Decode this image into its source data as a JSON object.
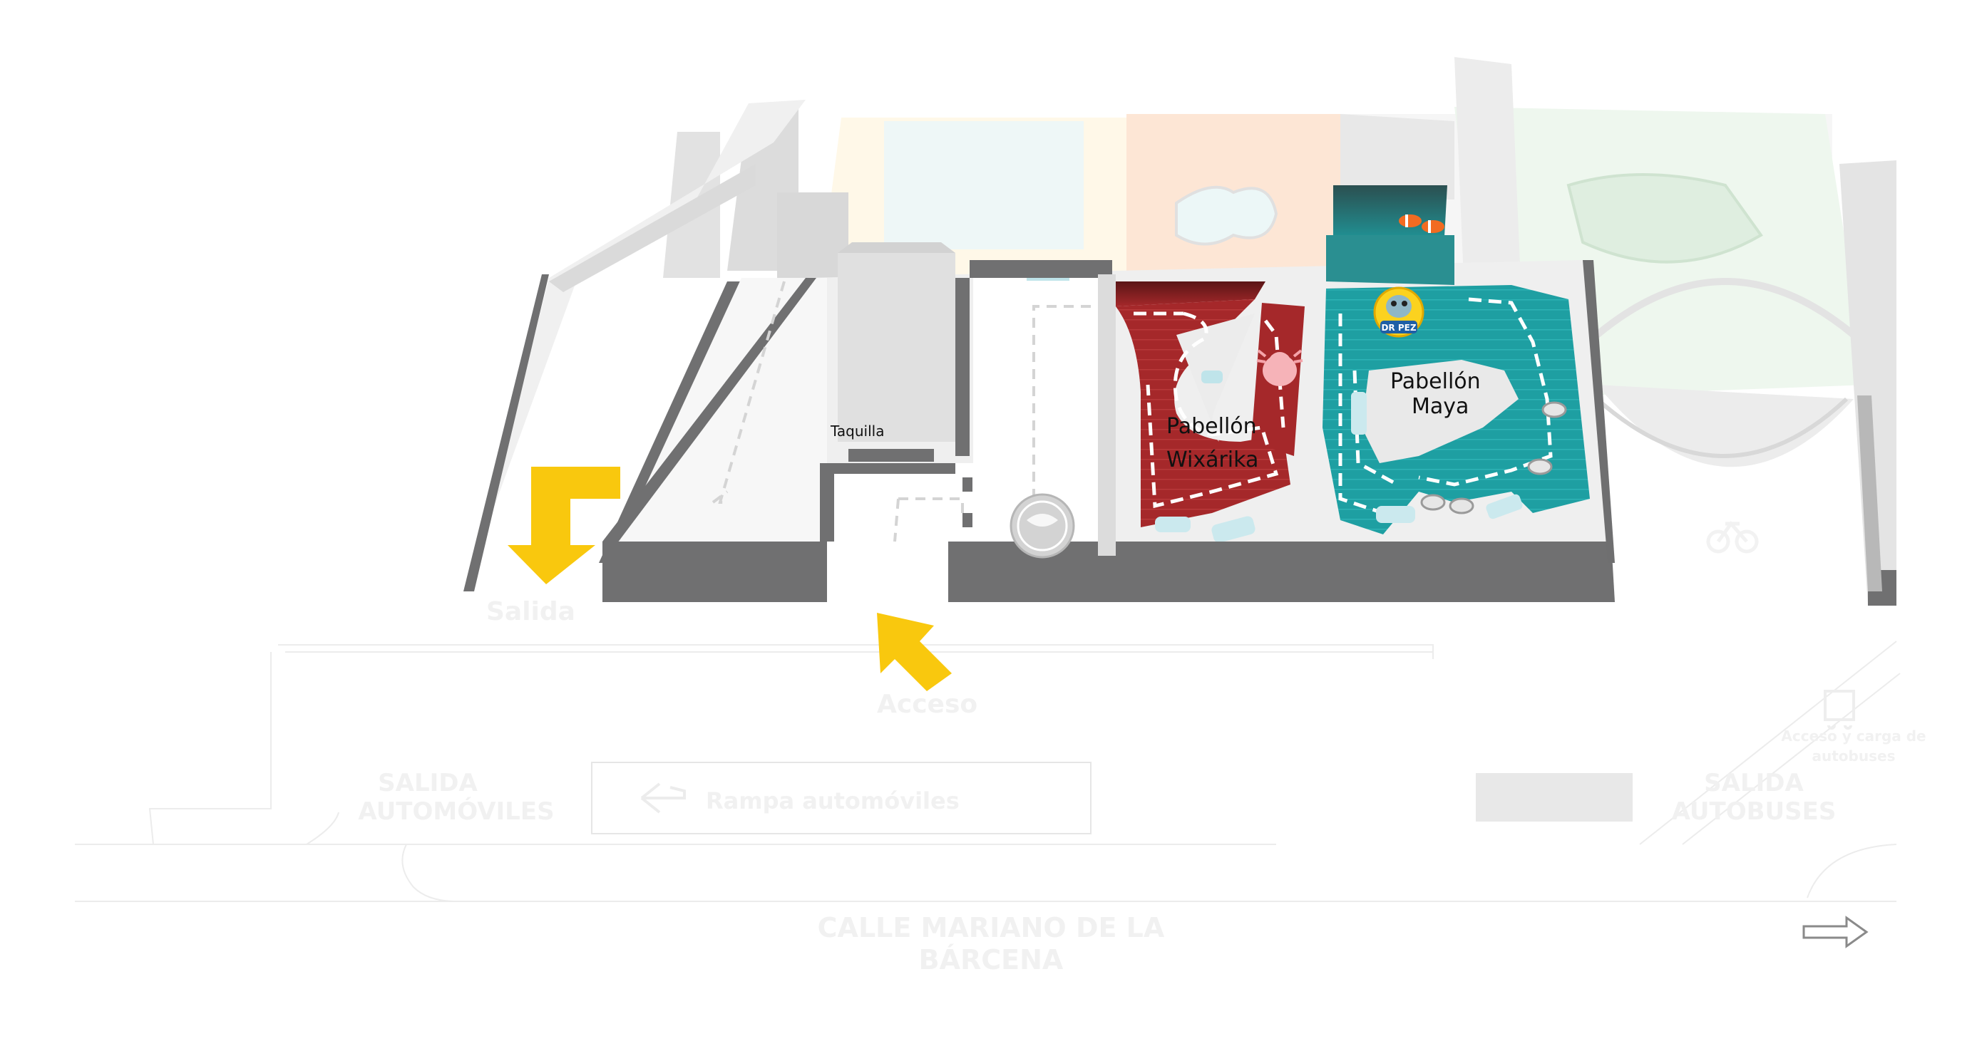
{
  "labels": {
    "taquilla": "Taquilla",
    "pabellon_wixarika_line1": "Pabellón",
    "pabellon_wixarika_line2": "Wixárika",
    "pabellon_maya_line1": "Pabellón",
    "pabellon_maya_line2": "Maya",
    "salida": "Salida",
    "acceso": "Acceso",
    "salida_automoviles_line1": "SALIDA",
    "salida_automoviles_line2": "AUTOMÓVILES",
    "rampa_automoviles": "Rampa automóviles",
    "salida_autobuses_line1": "SALIDA",
    "salida_autobuses_line2": "AUTOBUSES",
    "acceso_camiones_line1": "Acceso y carga de",
    "acceso_camiones_line2": "autobuses",
    "calle_line1": "CALLE MARIANO DE LA",
    "calle_line2": "BÁRCENA",
    "dr_pez_badge": "DR PEZ"
  },
  "colors": {
    "wixarika": "#a5282a",
    "maya": "#1e9fa2",
    "arrow": "#f9c80e",
    "wall": "#707071",
    "floor": "#efefef"
  },
  "icons": {
    "entrance_arrow": "arrow-up-right-icon",
    "exit_arrow": "arrow-down-left-icon",
    "coin": "coin-medallion-icon",
    "axolotl": "axolotl-icon",
    "dr_pez": "dr-pez-mascot-icon",
    "fish": "clownfish-icon",
    "bike": "bicycle-icon",
    "bus": "bus-icon",
    "direction": "outline-arrow-right-icon"
  }
}
